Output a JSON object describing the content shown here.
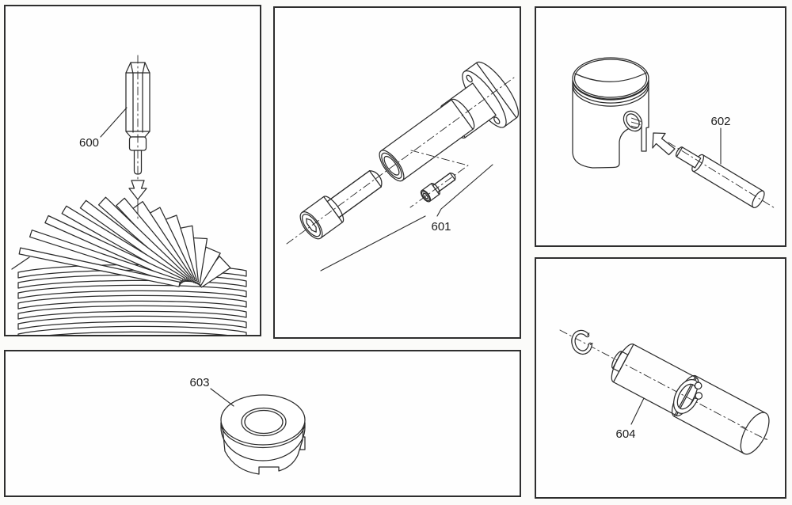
{
  "style": {
    "paper": "#fbfbf9",
    "ink": "#2b2b2b",
    "label_color": "#1b1b1b"
  },
  "diagram": {
    "kind": "exploded-parts-line-art",
    "panel_count": 5
  },
  "panels": [
    {
      "name": "cylinder-head-with-insert-tool",
      "label": "600"
    },
    {
      "name": "bolt-and-flanged-sleeve-assembly",
      "label": "601"
    },
    {
      "name": "piston-with-drift-pin",
      "label": "602"
    },
    {
      "name": "slotted-ring-nut-tool",
      "label": "603"
    },
    {
      "name": "knurled-roller-with-circlip",
      "label": "604"
    }
  ]
}
